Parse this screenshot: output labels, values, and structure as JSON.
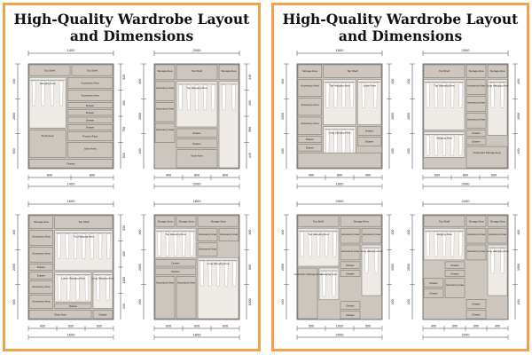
{
  "title_line1": "High-Quality Wardrobe Layout",
  "title_line2": "and Dimensions",
  "colors": {
    "frame": "#f0a24c",
    "cabinet": "#cdc6be",
    "cabinet_stroke": "#5a5550",
    "interior": "#eeeae5",
    "dimension_line": "#333333"
  },
  "panels": [
    {
      "wardrobes": [
        {
          "top_dim": "1400",
          "left_dims": [
            "400",
            "2000",
            "600"
          ],
          "right_dims": [
            "520",
            "400",
            "750",
            "520"
          ],
          "bottom_dims": [
            "600",
            "800"
          ],
          "total_width": "1400",
          "labels": [
            "Top Shelf",
            "Top Shelf",
            "Accessory Area",
            "Accessory Area",
            "Hanging Area",
            "Drawer",
            "Drawer",
            "Drawer",
            "Drawer",
            "Trouser Rack",
            "Study Area",
            "Shoe Area",
            "Drawer"
          ]
        },
        {
          "top_dim": "2000",
          "left_dims": [
            "400",
            "2000",
            "400"
          ],
          "right_dims": [
            "440",
            "400",
            "960",
            "440"
          ],
          "bottom_dims": [
            "400",
            "800",
            "800"
          ],
          "total_width": "2000",
          "labels": [
            "Storage Area",
            "Top Shelf",
            "Storage Area",
            "Accessory Area",
            "Accessory Area",
            "Top Hanging Area",
            "Accessory Area",
            "Drawer",
            "Drawer",
            "Shoe Area"
          ]
        },
        {
          "top_dim": "1600",
          "left_dims": [
            "400",
            "2000",
            "600"
          ],
          "right_dims": [
            "520",
            "400",
            "1100",
            "440"
          ],
          "bottom_dims": [
            "400",
            "600",
            "600"
          ],
          "total_width": "1600",
          "labels": [
            "Storage Area",
            "Top Shelf",
            "Top Hanging Area",
            "Accessory Area",
            "Accessory Area",
            "Drawer",
            "Drawer",
            "Lower Hanging Area",
            "Accessory Area",
            "Accessory Area",
            "Long Hanging Area",
            "Drawer",
            "Drawer",
            "Shoe Area"
          ]
        },
        {
          "top_dim": "1800",
          "left_dims": [
            "400",
            "2000",
            "400"
          ],
          "right_dims": [
            "400",
            "600",
            "1000"
          ],
          "bottom_dims": [
            "600",
            "600",
            "600"
          ],
          "total_width": "1800",
          "labels": [
            "Storage Area",
            "Storage Area",
            "Storage Area",
            "Top Hanging Area",
            "Accessory Area",
            "Accessory Area",
            "Accessory Area",
            "Drawer",
            "Drawer",
            "Accessory Area",
            "Accessory Area",
            "Long Hanging Area"
          ]
        }
      ]
    },
    {
      "wardrobes": [
        {
          "top_dim": "1600",
          "left_dims": [
            "400",
            "2000",
            "400"
          ],
          "right_dims": [
            "400",
            "1000",
            "400"
          ],
          "bottom_dims": [
            "400",
            "800",
            "400"
          ],
          "total_width": "1600",
          "labels": [
            "Storage Area",
            "Top Shelf",
            "Accessory Area",
            "Accessory Area",
            "Top Hanging Area",
            "Upper Area",
            "Accessory Area",
            "Drawer",
            "Drawer",
            "Long Hanging Area",
            "Drawer",
            "Drawer"
          ]
        },
        {
          "top_dim": "2000",
          "left_dims": [
            "400",
            "2000",
            "400"
          ],
          "right_dims": [
            "400",
            "1000",
            "400"
          ],
          "bottom_dims": [
            "600",
            "800",
            "600"
          ],
          "total_width": "2000",
          "labels": [
            "Top Shelf",
            "Storage Area",
            "Storage Area",
            "Accessory Area",
            "Accessory Area",
            "Accessory Area",
            "Top Hanging Area",
            "Long Hanging Area",
            "Hanging Area",
            "Drawer",
            "Drawer",
            "Customize Storage Area"
          ]
        },
        {
          "top_dim": "2000",
          "left_dims": [
            "400",
            "2000",
            "400"
          ],
          "right_dims": [
            "400",
            "1000",
            "400"
          ],
          "bottom_dims": [
            "500",
            "1000",
            "500"
          ],
          "total_width": "2000",
          "labels": [
            "Top Shelf",
            "Storage Area",
            "Accessory Area",
            "Accessory Area",
            "Accessory Area",
            "Top Hanging Area",
            "Drawer",
            "Drawer",
            "Hanging Area",
            "Long Hanging Area",
            "Customize Storage Area",
            "Drawer",
            "Drawer"
          ]
        },
        {
          "top_dim": "2000",
          "left_dims": [
            "400",
            "2000",
            "400"
          ],
          "right_dims": [
            "400",
            "1000",
            "400"
          ],
          "bottom_dims": [
            "400",
            "600",
            "600",
            "400"
          ],
          "total_width": "2000",
          "labels": [
            "Top Shelf",
            "Storage Area",
            "Storage Area",
            "Accessory Area",
            "Accessory Area",
            "Accessory Area",
            "Drawer",
            "Drawer",
            "Hanging Area",
            "Long Hanging Area",
            "Drawer",
            "Drawer",
            "Accessory Area",
            "Drawer",
            "Drawer"
          ]
        }
      ]
    }
  ]
}
